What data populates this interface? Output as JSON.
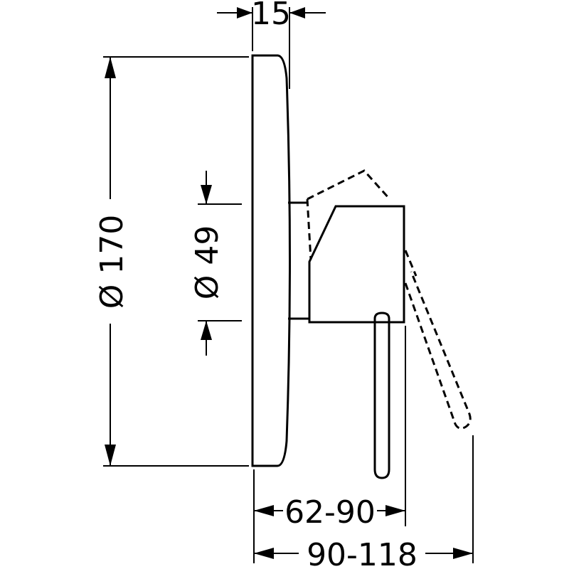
{
  "dimensions": {
    "top_width": "15",
    "outer_diameter": "Ø 170",
    "inner_diameter": "Ø 49",
    "depth_short": "62-90",
    "depth_long": "90-118"
  }
}
